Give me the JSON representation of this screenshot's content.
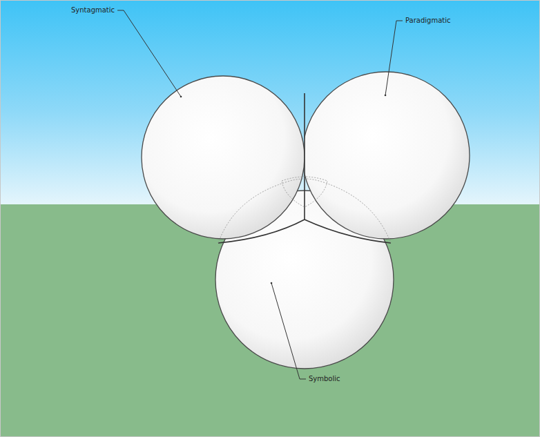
{
  "diagram": {
    "labels": [
      "Syntagmatic",
      "Paradigmatic",
      "Symbolic"
    ]
  }
}
